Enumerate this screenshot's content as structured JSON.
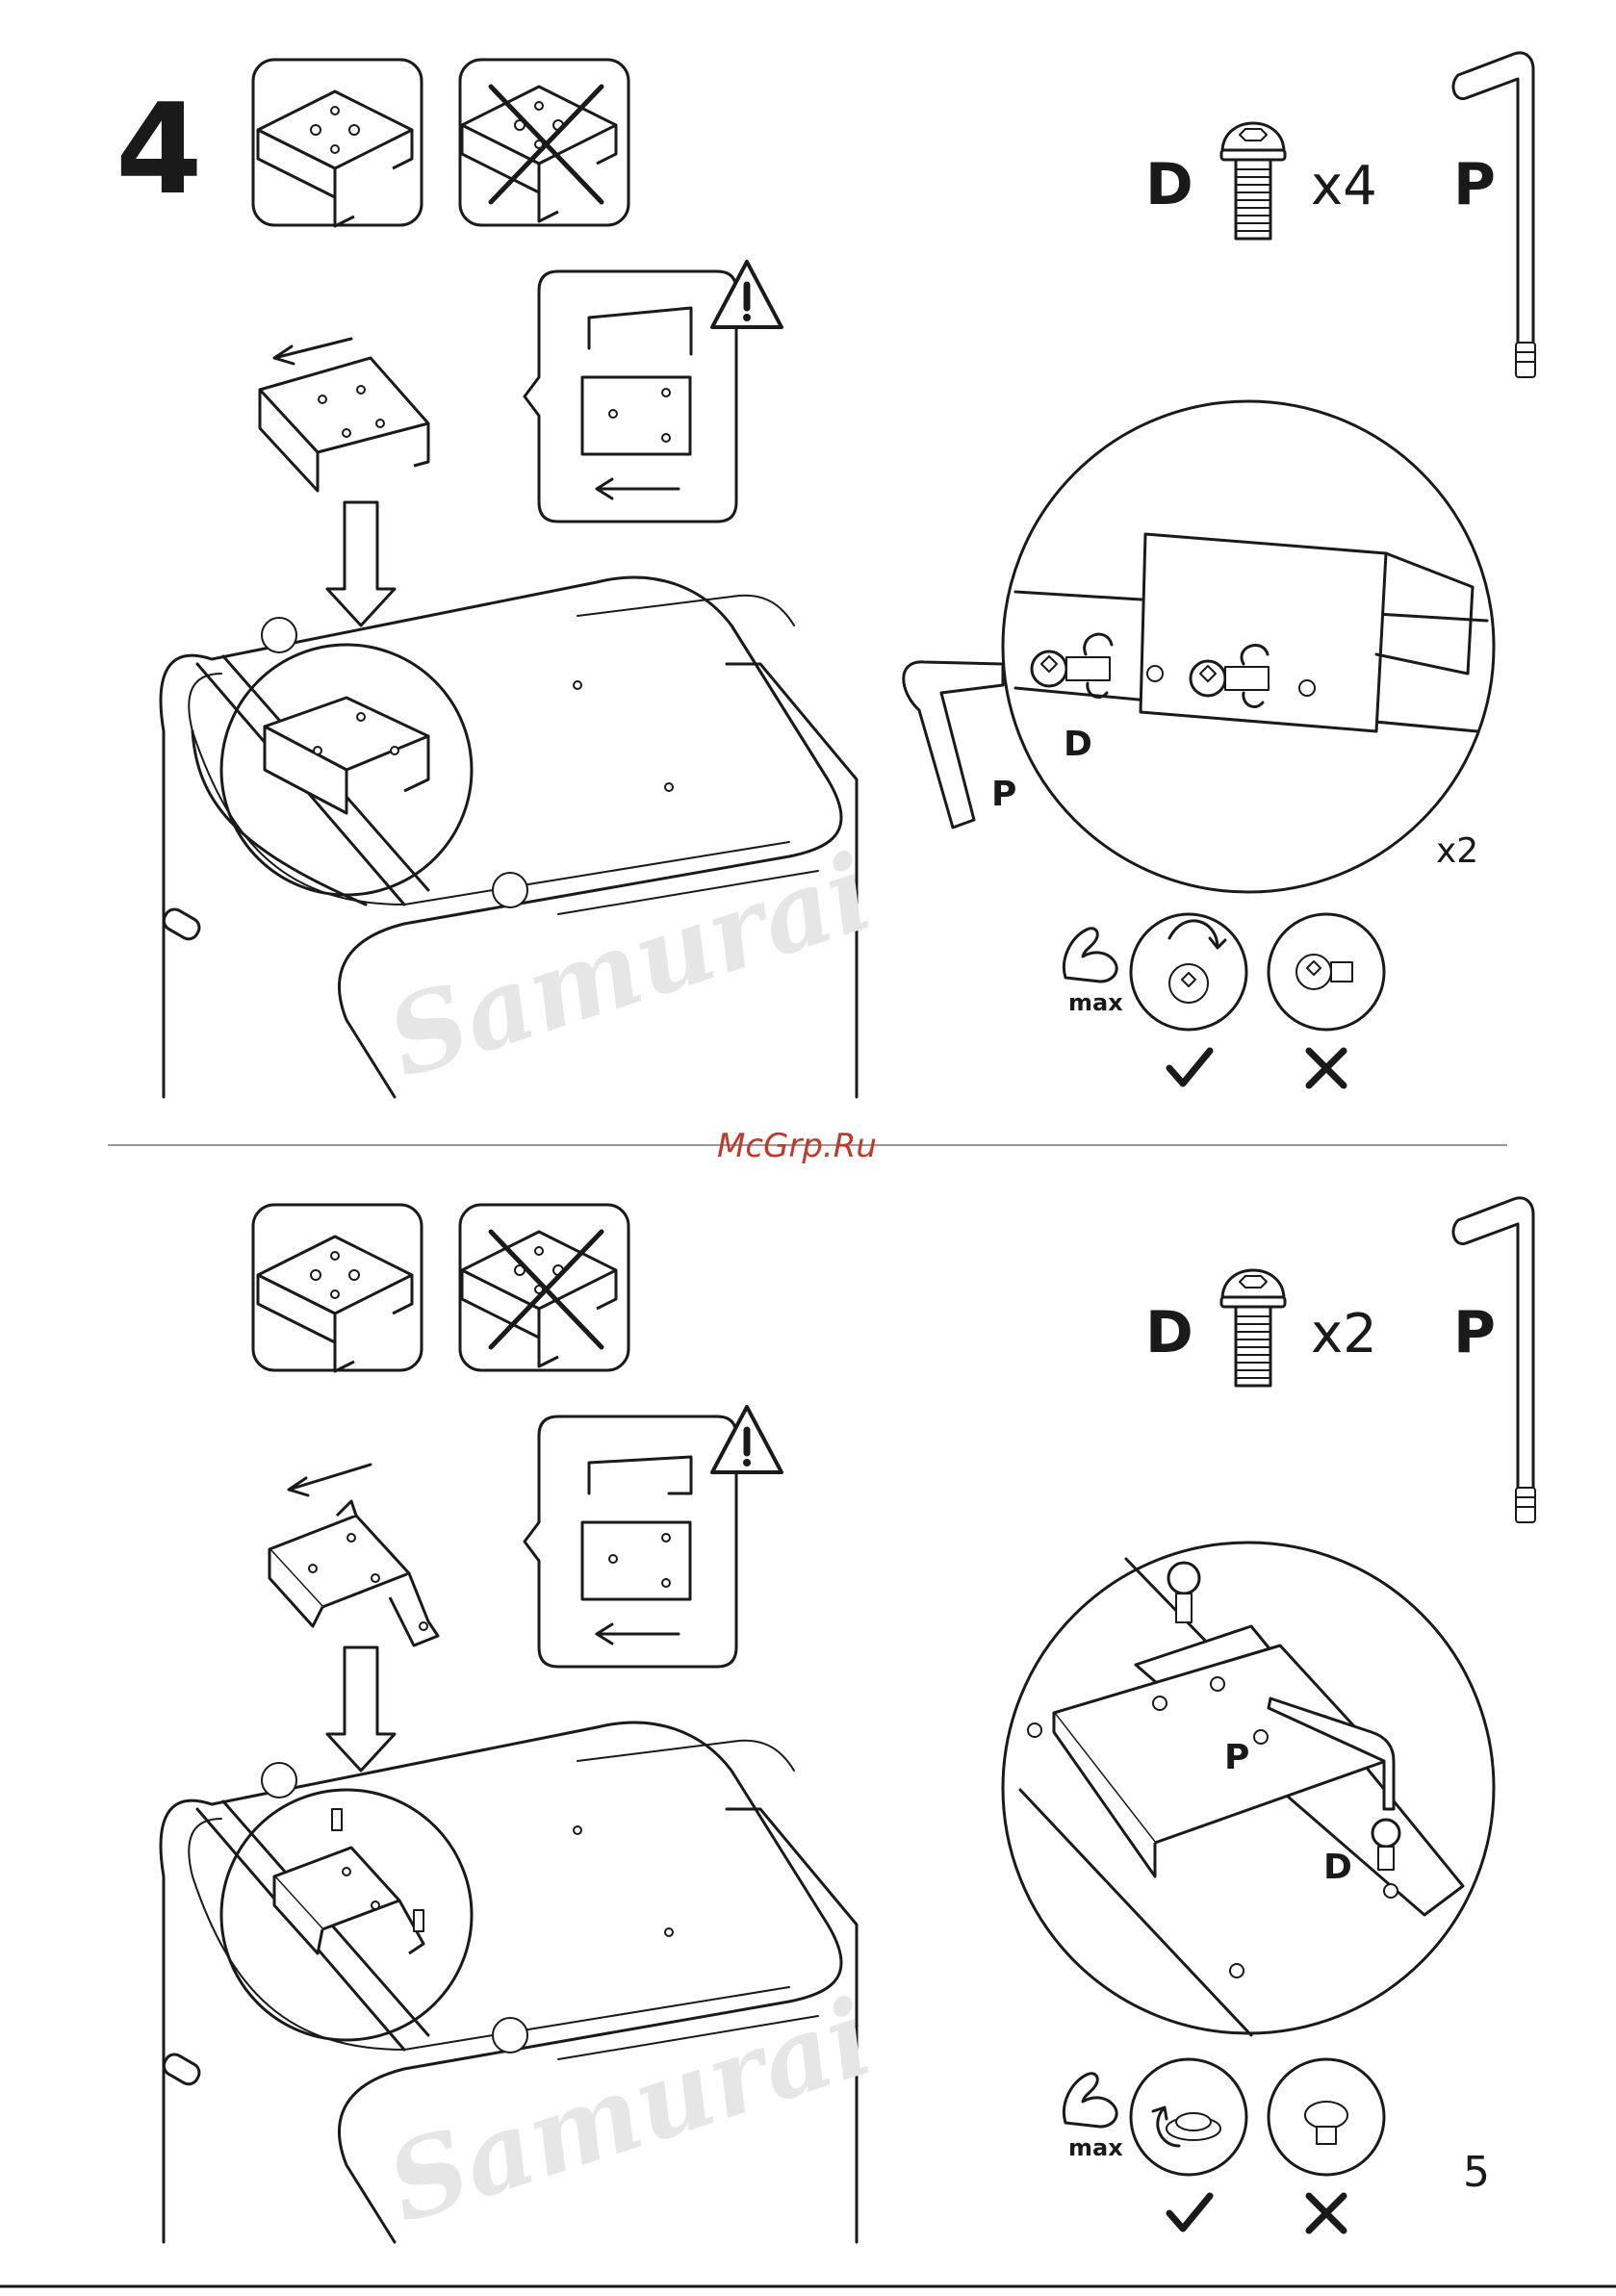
{
  "page": {
    "step_number": "4",
    "page_number": "5",
    "watermark": "McGrp.Ru"
  },
  "top_section": {
    "parts": [
      {
        "letter": "D",
        "quantity": "x4",
        "icon": "bolt-icon"
      },
      {
        "letter": "P",
        "quantity": "",
        "icon": "allen-key-icon"
      }
    ],
    "detail_labels": {
      "bolt": "D",
      "key": "P"
    },
    "repeat": "x2",
    "torque_label": "max"
  },
  "bottom_section": {
    "parts": [
      {
        "letter": "D",
        "quantity": "x2",
        "icon": "bolt-icon"
      },
      {
        "letter": "P",
        "quantity": "",
        "icon": "allen-key-icon"
      }
    ],
    "detail_labels": {
      "bolt": "D",
      "key": "P"
    },
    "torque_label": "max"
  },
  "product_brand": "Samurai",
  "colors": {
    "line": "#1a1a1a",
    "watermark_text": "#c0392b",
    "brand_text": "#e6e6e6",
    "divider": "#999999"
  }
}
